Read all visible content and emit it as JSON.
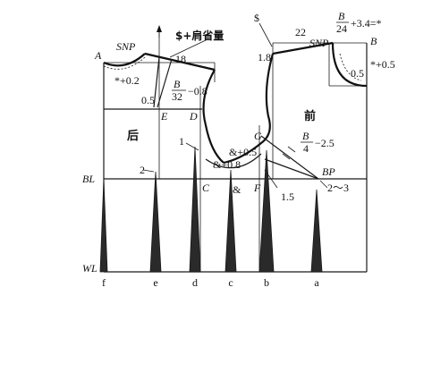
{
  "diagram": {
    "panels": {
      "back": "后",
      "front": "前"
    },
    "top_labels": {
      "dollar": "$",
      "dollar_shoulder_dart": "$+肩省量",
      "snp_back": "SNP",
      "snp_front": "SNP",
      "num_22": "22",
      "formula_num": "B",
      "formula_den": "24",
      "formula_tail": "+3.4=*",
      "point_B": "B"
    },
    "back_labels": {
      "A": "A",
      "star_plus": "*+0.2",
      "val_18": "18",
      "val_05": "0.5",
      "frac_num": "B",
      "frac_den": "32",
      "frac_tail": "−0.8",
      "E": "E",
      "D": "D",
      "val_1": "1",
      "val_2": "2"
    },
    "front_labels": {
      "val_18": "1.8",
      "val_05": "0.5",
      "star_plus": "*+0.5",
      "G": "G",
      "frac_num": "B",
      "frac_den": "4",
      "frac_tail": "−2.5",
      "amp_plus05": "&+0.5",
      "amp_plus08": "&+0.8",
      "amp": "&",
      "C": "C",
      "F": "F",
      "val_15": "1.5",
      "BP": "BP",
      "val_2to3": "2～3"
    },
    "side_labels": {
      "BL": "BL",
      "WL": "WL"
    },
    "bottom_labels": [
      "f",
      "e",
      "d",
      "c",
      "b",
      "a"
    ]
  }
}
